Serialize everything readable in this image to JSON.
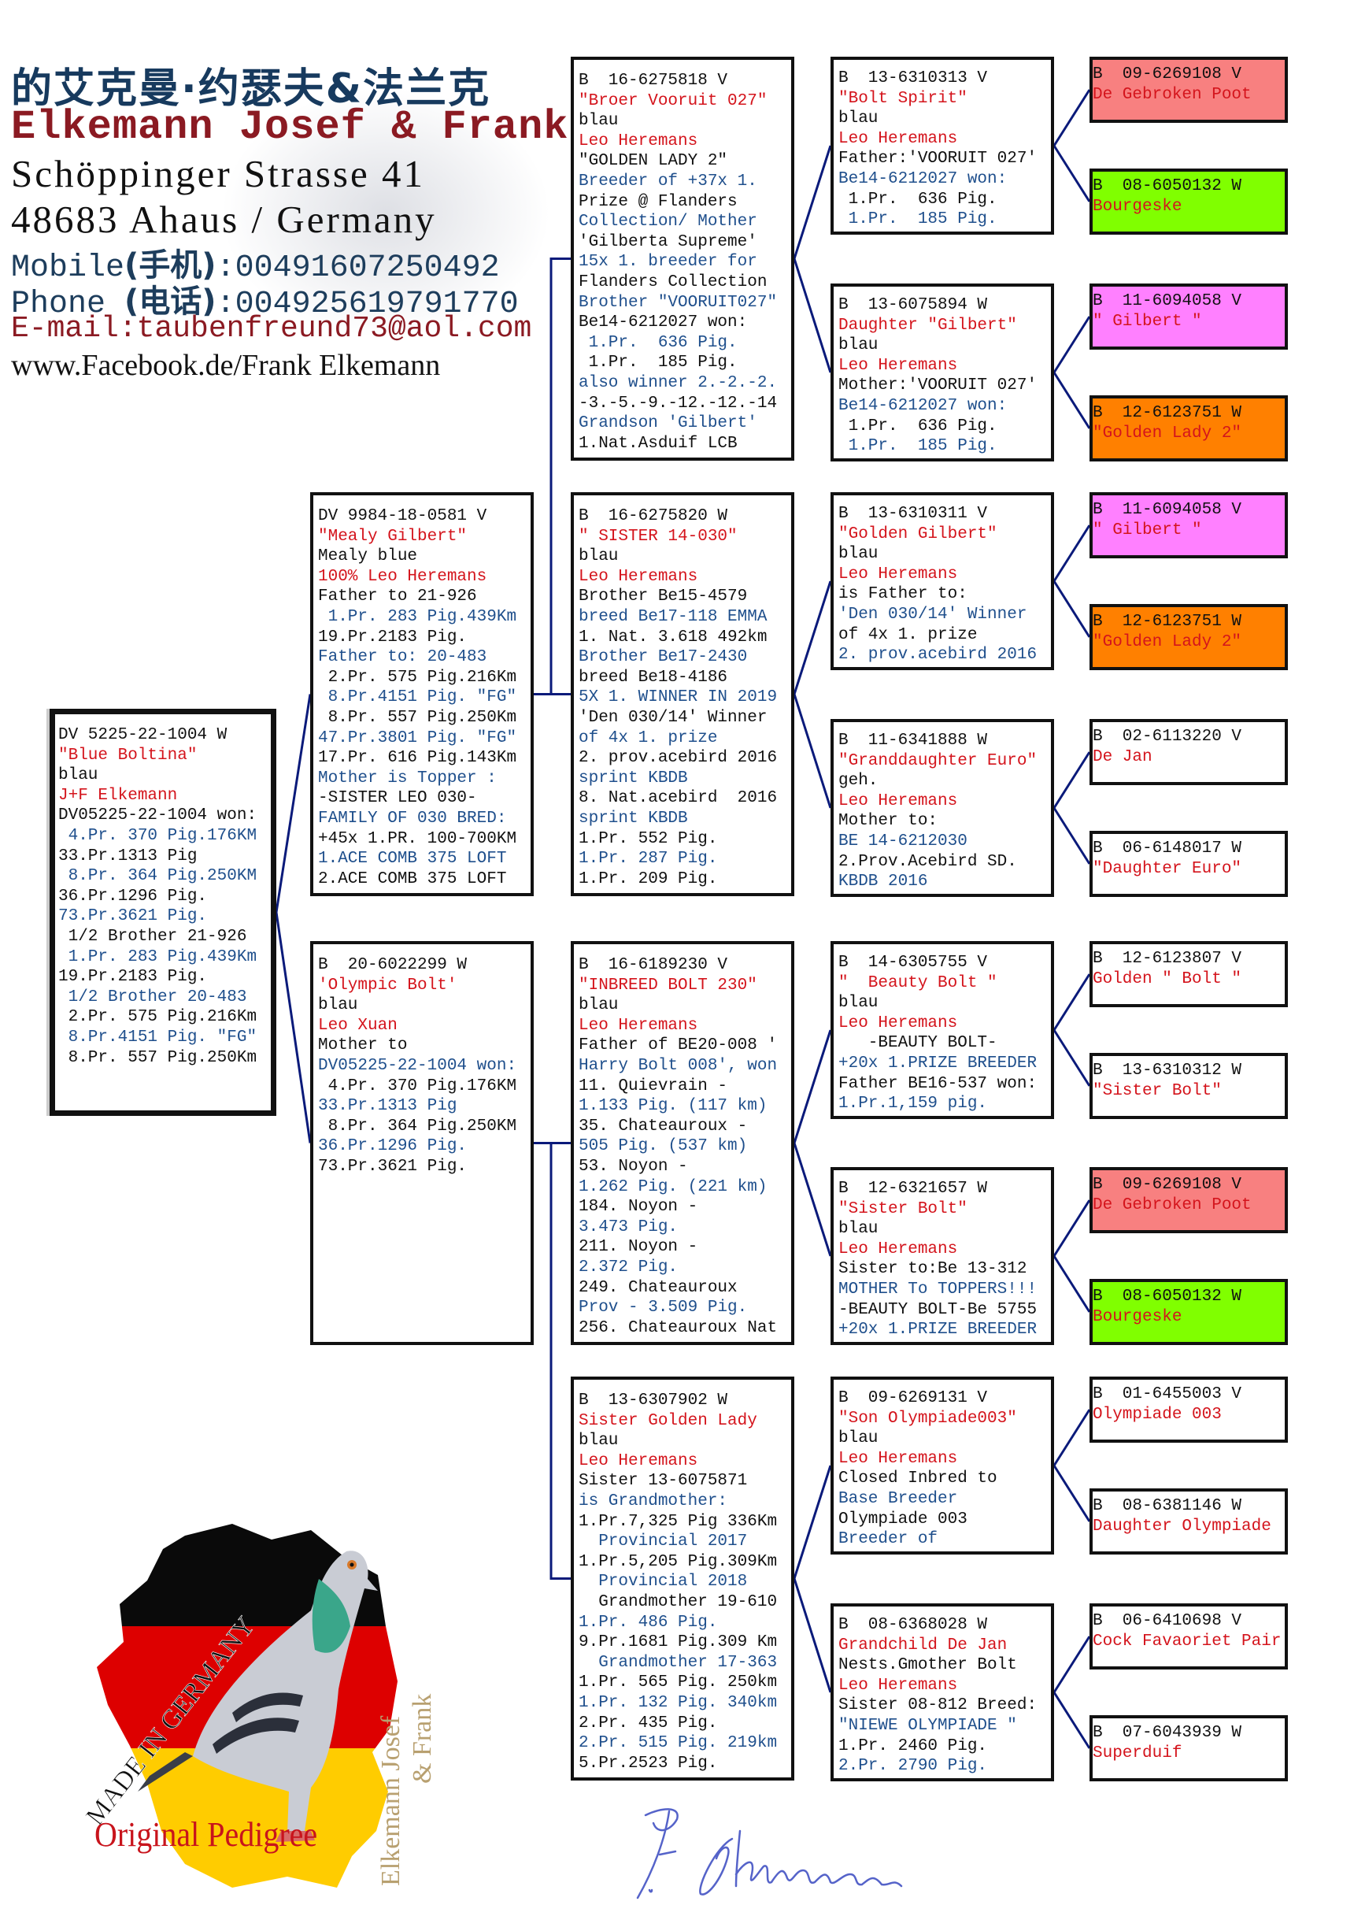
{
  "header": {
    "chinese_name": "的艾克曼·约瑟夫&法兰克",
    "name": "Elkemann Josef & Frank",
    "street": "Schöppinger Strasse 41",
    "city": "48683 Ahaus / Germany",
    "mobile_label": "Mobile",
    "mobile_cn": "(手机)",
    "mobile": ":00491607250492",
    "phone_label": "Phone ",
    "phone_cn": "(电话)",
    "phone": ":004925619791770",
    "email": "E-mail:taubenfreund73@aol.com",
    "web": "www.Facebook.de/Frank Elkemann"
  },
  "logo": {
    "made_in": "MADE IN GERMANY",
    "owner_line1": "Elkemann Josef",
    "owner_line2": "& Frank",
    "caption": "Original Pedigree"
  },
  "signature": "J. Elkemann",
  "colors": {
    "red": "#d4141c",
    "blue": "#1f4f8c",
    "black": "#111111",
    "line": "#0a1a7a"
  },
  "pedigree": {
    "subject": {
      "lines": [
        {
          "t": "DV 5225-22-1004 W",
          "c": "black"
        },
        {
          "t": "\"Blue Boltina\"",
          "c": "red"
        },
        {
          "t": "blau",
          "c": "black"
        },
        {
          "t": "J+F Elkemann",
          "c": "red"
        },
        {
          "t": "DV05225-22-1004 won:",
          "c": "black"
        },
        {
          "t": " 4.Pr. 370 Pig.176KM",
          "c": "blue"
        },
        {
          "t": "33.Pr.1313 Pig",
          "c": "black"
        },
        {
          "t": " 8.Pr. 364 Pig.250KM",
          "c": "blue"
        },
        {
          "t": "36.Pr.1296 Pig.",
          "c": "black"
        },
        {
          "t": "73.Pr.3621 Pig.",
          "c": "blue"
        },
        {
          "t": " 1/2 Brother 21-926",
          "c": "black"
        },
        {
          "t": " 1.Pr. 283 Pig.439Km",
          "c": "blue"
        },
        {
          "t": "19.Pr.2183 Pig.",
          "c": "black"
        },
        {
          "t": " 1/2 Brother 20-483",
          "c": "blue"
        },
        {
          "t": " 2.Pr. 575 Pig.216Km",
          "c": "black"
        },
        {
          "t": " 8.Pr.4151 Pig. \"FG\"",
          "c": "blue"
        },
        {
          "t": " 8.Pr. 557 Pig.250Km",
          "c": "black"
        }
      ]
    },
    "parents": [
      {
        "lines": [
          {
            "t": "DV 9984-18-0581 V",
            "c": "black"
          },
          {
            "t": "\"Mealy Gilbert\"",
            "c": "red"
          },
          {
            "t": "Mealy blue",
            "c": "black"
          },
          {
            "t": "100% Leo Heremans",
            "c": "red"
          },
          {
            "t": "Father to 21-926",
            "c": "black"
          },
          {
            "t": " 1.Pr. 283 Pig.439Km",
            "c": "blue"
          },
          {
            "t": "19.Pr.2183 Pig.",
            "c": "black"
          },
          {
            "t": "Father to: 20-483",
            "c": "blue"
          },
          {
            "t": " 2.Pr. 575 Pig.216Km",
            "c": "black"
          },
          {
            "t": " 8.Pr.4151 Pig. \"FG\"",
            "c": "blue"
          },
          {
            "t": " 8.Pr. 557 Pig.250Km",
            "c": "black"
          },
          {
            "t": "47.Pr.3801 Pig. \"FG\"",
            "c": "blue"
          },
          {
            "t": "17.Pr. 616 Pig.143Km",
            "c": "black"
          },
          {
            "t": "Mother is Topper :",
            "c": "blue"
          },
          {
            "t": "-SISTER LEO 030-",
            "c": "black"
          },
          {
            "t": "FAMILY OF 030 BRED:",
            "c": "blue"
          },
          {
            "t": "+45x 1.PR. 100-700KM",
            "c": "black"
          },
          {
            "t": "1.ACE COMB 375 LOFT",
            "c": "blue"
          },
          {
            "t": "2.ACE COMB 375 LOFT",
            "c": "black"
          }
        ]
      },
      {
        "lines": [
          {
            "t": "B  20-6022299 W",
            "c": "black"
          },
          {
            "t": "'Olympic Bolt'",
            "c": "red"
          },
          {
            "t": "blau",
            "c": "black"
          },
          {
            "t": "Leo Xuan",
            "c": "red"
          },
          {
            "t": "Mother to",
            "c": "black"
          },
          {
            "t": "DV05225-22-1004 won:",
            "c": "blue"
          },
          {
            "t": " 4.Pr. 370 Pig.176KM",
            "c": "black"
          },
          {
            "t": "33.Pr.1313 Pig",
            "c": "blue"
          },
          {
            "t": " 8.Pr. 364 Pig.250KM",
            "c": "black"
          },
          {
            "t": "36.Pr.1296 Pig.",
            "c": "blue"
          },
          {
            "t": "73.Pr.3621 Pig.",
            "c": "black"
          }
        ]
      }
    ],
    "grandparents": [
      {
        "lines": [
          {
            "t": "B  16-6275818 V",
            "c": "black"
          },
          {
            "t": "\"Broer Vooruit 027\"",
            "c": "red"
          },
          {
            "t": "blau",
            "c": "black"
          },
          {
            "t": "Leo Heremans",
            "c": "red"
          },
          {
            "t": "\"GOLDEN LADY 2\"",
            "c": "black"
          },
          {
            "t": "Breeder of +37x 1.",
            "c": "blue"
          },
          {
            "t": "Prize @ Flanders",
            "c": "black"
          },
          {
            "t": "Collection/ Mother",
            "c": "blue"
          },
          {
            "t": "'Gilberta Supreme'",
            "c": "black"
          },
          {
            "t": "15x 1. breeder for",
            "c": "blue"
          },
          {
            "t": "Flanders Collection",
            "c": "black"
          },
          {
            "t": "Brother \"VOORUIT027\"",
            "c": "blue"
          },
          {
            "t": "Be14-6212027 won:",
            "c": "black"
          },
          {
            "t": " 1.Pr.  636 Pig.",
            "c": "blue"
          },
          {
            "t": " 1.Pr.  185 Pig.",
            "c": "black"
          },
          {
            "t": "also winner 2.-2.-2.",
            "c": "blue"
          },
          {
            "t": "-3.-5.-9.-12.-12.-14",
            "c": "black"
          },
          {
            "t": "Grandson 'Gilbert'",
            "c": "blue"
          },
          {
            "t": "1.Nat.Asduif LCB",
            "c": "black"
          }
        ]
      },
      {
        "lines": [
          {
            "t": "B  16-6275820 W",
            "c": "black"
          },
          {
            "t": "\" SISTER 14-030\"",
            "c": "red"
          },
          {
            "t": "blau",
            "c": "black"
          },
          {
            "t": "Leo Heremans",
            "c": "red"
          },
          {
            "t": "Brother Be15-4579",
            "c": "black"
          },
          {
            "t": "breed Be17-118 EMMA",
            "c": "blue"
          },
          {
            "t": "1. Nat. 3.618 492km",
            "c": "black"
          },
          {
            "t": "Brother Be17-2430",
            "c": "blue"
          },
          {
            "t": "breed Be18-4186",
            "c": "black"
          },
          {
            "t": "5X 1. WINNER IN 2019",
            "c": "blue"
          },
          {
            "t": "'Den 030/14' Winner",
            "c": "black"
          },
          {
            "t": "of 4x 1. prize",
            "c": "blue"
          },
          {
            "t": "2. prov.acebird 2016",
            "c": "black"
          },
          {
            "t": "sprint KBDB",
            "c": "blue"
          },
          {
            "t": "8. Nat.acebird  2016",
            "c": "black"
          },
          {
            "t": "sprint KBDB",
            "c": "blue"
          },
          {
            "t": "1.Pr. 552 Pig.",
            "c": "black"
          },
          {
            "t": "1.Pr. 287 Pig.",
            "c": "blue"
          },
          {
            "t": "1.Pr. 209 Pig.",
            "c": "black"
          }
        ]
      },
      {
        "lines": [
          {
            "t": "B  16-6189230 V",
            "c": "black"
          },
          {
            "t": "\"INBREED BOLT 230\"",
            "c": "red"
          },
          {
            "t": "blau",
            "c": "black"
          },
          {
            "t": "Leo Heremans",
            "c": "red"
          },
          {
            "t": "Father of BE20-008 '",
            "c": "black"
          },
          {
            "t": "Harry Bolt 008', won",
            "c": "blue"
          },
          {
            "t": "11. Quievrain -",
            "c": "black"
          },
          {
            "t": "1.133 Pig. (117 km)",
            "c": "blue"
          },
          {
            "t": "35. Chateauroux -",
            "c": "black"
          },
          {
            "t": "505 Pig. (537 km)",
            "c": "blue"
          },
          {
            "t": "53. Noyon -",
            "c": "black"
          },
          {
            "t": "1.262 Pig. (221 km)",
            "c": "blue"
          },
          {
            "t": "184. Noyon -",
            "c": "black"
          },
          {
            "t": "3.473 Pig.",
            "c": "blue"
          },
          {
            "t": "211. Noyon -",
            "c": "black"
          },
          {
            "t": "2.372 Pig.",
            "c": "blue"
          },
          {
            "t": "249. Chateauroux",
            "c": "black"
          },
          {
            "t": "Prov - 3.509 Pig.",
            "c": "blue"
          },
          {
            "t": "256. Chateauroux Nat",
            "c": "black"
          }
        ]
      },
      {
        "lines": [
          {
            "t": "B  13-6307902 W",
            "c": "black"
          },
          {
            "t": "Sister Golden Lady",
            "c": "red"
          },
          {
            "t": "blau",
            "c": "black"
          },
          {
            "t": "Leo Heremans",
            "c": "red"
          },
          {
            "t": "Sister 13-6075871",
            "c": "black"
          },
          {
            "t": "is Grandmother:",
            "c": "blue"
          },
          {
            "t": "1.Pr.7,325 Pig 336Km",
            "c": "black"
          },
          {
            "t": "  Provincial 2017",
            "c": "blue"
          },
          {
            "t": "1.Pr.5,205 Pig.309Km",
            "c": "black"
          },
          {
            "t": "  Provincial 2018",
            "c": "blue"
          },
          {
            "t": "  Grandmother 19-610",
            "c": "black"
          },
          {
            "t": "1.Pr. 486 Pig.",
            "c": "blue"
          },
          {
            "t": "9.Pr.1681 Pig.309 Km",
            "c": "black"
          },
          {
            "t": "  Grandmother 17-363",
            "c": "blue"
          },
          {
            "t": "1.Pr. 565 Pig. 250km",
            "c": "black"
          },
          {
            "t": "1.Pr. 132 Pig. 340km",
            "c": "blue"
          },
          {
            "t": "2.Pr. 435 Pig.",
            "c": "black"
          },
          {
            "t": "2.Pr. 515 Pig. 219km",
            "c": "blue"
          },
          {
            "t": "5.Pr.2523 Pig.",
            "c": "black"
          }
        ]
      }
    ],
    "great_grandparents": [
      {
        "lines": [
          {
            "t": "B  13-6310313 V",
            "c": "black"
          },
          {
            "t": "\"Bolt Spirit\"",
            "c": "red"
          },
          {
            "t": "blau",
            "c": "black"
          },
          {
            "t": "Leo Heremans",
            "c": "red"
          },
          {
            "t": "Father:'VOORUIT 027'",
            "c": "black"
          },
          {
            "t": "Be14-6212027 won:",
            "c": "blue"
          },
          {
            "t": " 1.Pr.  636 Pig.",
            "c": "black"
          },
          {
            "t": " 1.Pr.  185 Pig.",
            "c": "blue"
          }
        ]
      },
      {
        "lines": [
          {
            "t": "B  13-6075894 W",
            "c": "black"
          },
          {
            "t": "Daughter \"Gilbert\"",
            "c": "red"
          },
          {
            "t": "blau",
            "c": "black"
          },
          {
            "t": "Leo Heremans",
            "c": "red"
          },
          {
            "t": "Mother:'VOORUIT 027'",
            "c": "black"
          },
          {
            "t": "Be14-6212027 won:",
            "c": "blue"
          },
          {
            "t": " 1.Pr.  636 Pig.",
            "c": "black"
          },
          {
            "t": " 1.Pr.  185 Pig.",
            "c": "blue"
          }
        ]
      },
      {
        "lines": [
          {
            "t": "B  13-6310311 V",
            "c": "black"
          },
          {
            "t": "\"Golden Gilbert\"",
            "c": "red"
          },
          {
            "t": "blau",
            "c": "black"
          },
          {
            "t": "Leo Heremans",
            "c": "red"
          },
          {
            "t": "is Father to:",
            "c": "black"
          },
          {
            "t": "'Den 030/14' Winner",
            "c": "blue"
          },
          {
            "t": "of 4x 1. prize",
            "c": "black"
          },
          {
            "t": "2. prov.acebird 2016",
            "c": "blue"
          }
        ]
      },
      {
        "lines": [
          {
            "t": "B  11-6341888 W",
            "c": "black"
          },
          {
            "t": "\"Granddaughter Euro\"",
            "c": "red"
          },
          {
            "t": "geh.",
            "c": "black"
          },
          {
            "t": "Leo Heremans",
            "c": "red"
          },
          {
            "t": "Mother to:",
            "c": "black"
          },
          {
            "t": "BE 14-6212030",
            "c": "blue"
          },
          {
            "t": "2.Prov.Acebird SD.",
            "c": "black"
          },
          {
            "t": "KBDB 2016",
            "c": "blue"
          }
        ]
      },
      {
        "lines": [
          {
            "t": "B  14-6305755 V",
            "c": "black"
          },
          {
            "t": "\"  Beauty Bolt \"",
            "c": "red"
          },
          {
            "t": "blau",
            "c": "black"
          },
          {
            "t": "Leo Heremans",
            "c": "red"
          },
          {
            "t": "   -BEAUTY BOLT-",
            "c": "black"
          },
          {
            "t": "+20x 1.PRIZE BREEDER",
            "c": "blue"
          },
          {
            "t": "Father BE16-537 won:",
            "c": "black"
          },
          {
            "t": "1.Pr.1,159 pig.",
            "c": "blue"
          }
        ]
      },
      {
        "lines": [
          {
            "t": "B  12-6321657 W",
            "c": "black"
          },
          {
            "t": "\"Sister Bolt\"",
            "c": "red"
          },
          {
            "t": "blau",
            "c": "black"
          },
          {
            "t": "Leo Heremans",
            "c": "red"
          },
          {
            "t": "Sister to:Be 13-312",
            "c": "black"
          },
          {
            "t": "MOTHER To TOPPERS!!!",
            "c": "blue"
          },
          {
            "t": "-BEAUTY BOLT-Be 5755",
            "c": "black"
          },
          {
            "t": "+20x 1.PRIZE BREEDER",
            "c": "blue"
          }
        ]
      },
      {
        "lines": [
          {
            "t": "B  09-6269131 V",
            "c": "black"
          },
          {
            "t": "\"Son Olympiade003\"",
            "c": "red"
          },
          {
            "t": "blau",
            "c": "black"
          },
          {
            "t": "Leo Heremans",
            "c": "red"
          },
          {
            "t": "Closed Inbred to",
            "c": "black"
          },
          {
            "t": "Base Breeder",
            "c": "blue"
          },
          {
            "t": "Olympiade 003",
            "c": "black"
          },
          {
            "t": "Breeder of",
            "c": "blue"
          }
        ]
      },
      {
        "lines": [
          {
            "t": "B  08-6368028 W",
            "c": "black"
          },
          {
            "t": "Grandchild De Jan",
            "c": "red"
          },
          {
            "t": "Nests.Gmother Bolt",
            "c": "black"
          },
          {
            "t": "Leo Heremans",
            "c": "red"
          },
          {
            "t": "Sister 08-812 Breed:",
            "c": "black"
          },
          {
            "t": "\"NIEWE OLYMPIADE \"",
            "c": "blue"
          },
          {
            "t": "1.Pr. 2460 Pig.",
            "c": "black"
          },
          {
            "t": "2.Pr. 2790 Pig.",
            "c": "blue"
          }
        ]
      }
    ],
    "gg_grandparents": [
      {
        "ring": "B  09-6269108 V",
        "name": "De Gebroken Poot",
        "bg": "#f88080"
      },
      {
        "ring": "B  08-6050132 W",
        "name": "Bourgeske",
        "bg": "#80ff00"
      },
      {
        "ring": "B  11-6094058 V",
        "name": "\" Gilbert \"",
        "bg": "#ff80ff"
      },
      {
        "ring": "B  12-6123751 W",
        "name": "\"Golden Lady 2\"",
        "bg": "#ff8000"
      },
      {
        "ring": "B  11-6094058 V",
        "name": "\" Gilbert \"",
        "bg": "#ff80ff"
      },
      {
        "ring": "B  12-6123751 W",
        "name": "\"Golden Lady 2\"",
        "bg": "#ff8000"
      },
      {
        "ring": "B  02-6113220 V",
        "name": "De Jan",
        "bg": "#ffffff"
      },
      {
        "ring": "B  06-6148017 W",
        "name": "\"Daughter Euro\"",
        "bg": "#ffffff"
      },
      {
        "ring": "B  12-6123807 V",
        "name": "Golden \" Bolt \"",
        "bg": "#ffffff"
      },
      {
        "ring": "B  13-6310312 W",
        "name": "\"Sister Bolt\"",
        "bg": "#ffffff"
      },
      {
        "ring": "B  09-6269108 V",
        "name": "De Gebroken Poot",
        "bg": "#f88080"
      },
      {
        "ring": "B  08-6050132 W",
        "name": "Bourgeske",
        "bg": "#80ff00"
      },
      {
        "ring": "B  01-6455003 V",
        "name": "Olympiade 003",
        "bg": "#ffffff"
      },
      {
        "ring": "B  08-6381146 W",
        "name": "Daughter Olympiade",
        "bg": "#ffffff"
      },
      {
        "ring": "B  06-6410698 V",
        "name": "Cock Favaoriet Pair",
        "bg": "#ffffff"
      },
      {
        "ring": "B  07-6043939 W",
        "name": "Superduif",
        "bg": "#ffffff"
      }
    ]
  }
}
